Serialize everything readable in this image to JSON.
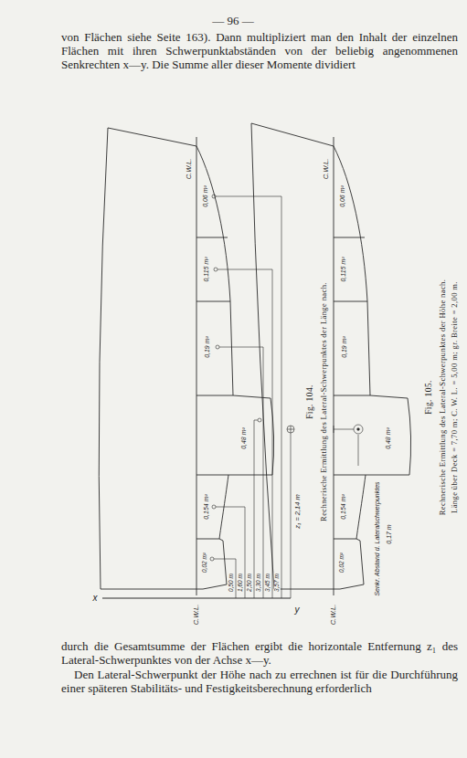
{
  "diagram": {
    "labels": [
      "— 96 —",
      "von Flächen siehe Seite 163). Dann multipliziert man den Inhalt der einzelnen Flächen mit ihren Schwerpunktabständen von der beliebig angenommenen Senkrechten x—y. Die Summe aller dieser Momente dividiert",
      "C.W.L.",
      "0,06 m²",
      "0,115 m²",
      "0,19 m²",
      "0,48 m²",
      "0,154 m²",
      "0,02 m²",
      "0,50 m",
      "1,60 m",
      "2,50 m",
      "3,30 m",
      "3,45 m",
      "3,57 m",
      "z₁ = 2,14 m",
      "x",
      "y",
      "C.W.L.",
      "Fig. 104.",
      "Rechnerische Ermittlung des Lateral-Schwerpunktes der Länge nach.",
      "C.W.L.",
      "0,06 m²",
      "0,115 m²",
      "0,19 m²",
      "0,48 m²",
      "0,154 m²",
      "0,02 m²",
      "Senkr. Abstand d. Lateralschwerpunktes",
      "0,17 m",
      "C.W.L.",
      "Fig. 105.",
      "Rechnerische Ermittlung des Lateral-Schwerpunktes der Höhe nach.",
      "Länge über Deck = 7,70 m; C. W. L. = 5,00 m; gr. Breite = 2,00 m.",
      "durch die Gesamtsumme der Flächen ergibt die horizontale Entfernung z₁ des Lateral-Schwerpunktes von der Achse x—y.",
      "Den Lateral-Schwerpunkt der Höhe nach zu errechnen ist für die Durchführung einer späteren Stabilitäts- und Festigkeitsberechnung erforderlich"
    ]
  }
}
